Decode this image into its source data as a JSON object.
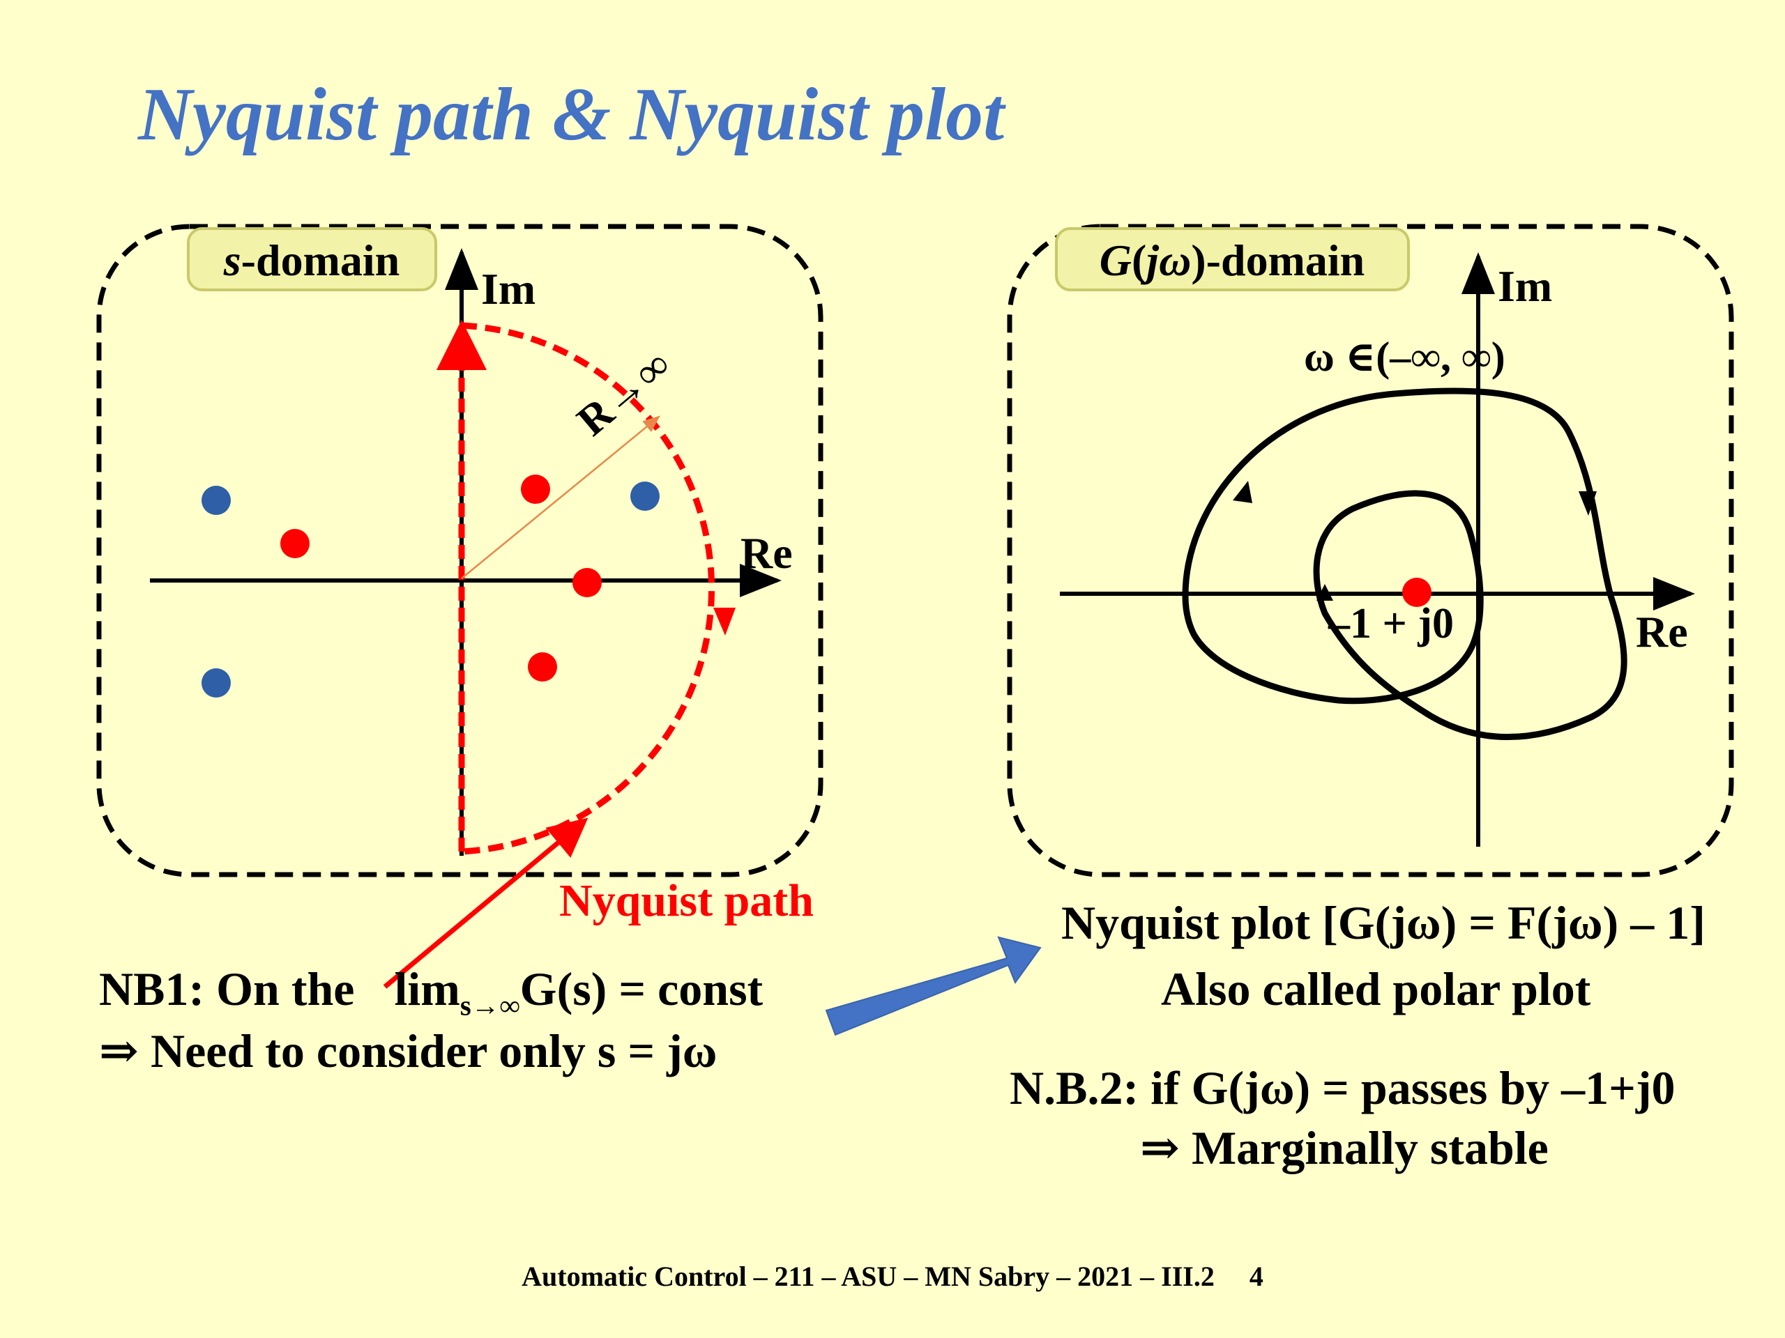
{
  "title": "Nyquist path & Nyquist plot",
  "s_domain": {
    "badge_prefix": "s",
    "badge_suffix": "-domain",
    "im_label": "Im",
    "re_label": "Re",
    "radius_label": "R→∞",
    "path_label": "Nyquist path",
    "colors": {
      "path": "#ff0000",
      "red_pole": "#ff0000",
      "blue_pole": "#2e5fa7",
      "radius_arrow": "#e8884a"
    }
  },
  "g_domain": {
    "badge_g": "G",
    "badge_j": "j",
    "badge_omega": "ω",
    "badge_suffix": "-domain",
    "im_label": "Im",
    "re_label": "Re",
    "omega_range": "ω ∈(–∞, ∞)",
    "point_label": "–1 + j0",
    "colors": {
      "point": "#ff0000",
      "curve": "#000000"
    }
  },
  "nb1": {
    "line1_prefix": "NB1: On the",
    "lim_word": "lim",
    "lim_sub": "s→∞",
    "lim_rest": "G(s) = const",
    "line2": "⇒ Need to consider only s = jω"
  },
  "nyquist_plot_caption": {
    "line1": "Nyquist plot [G(jω) = F(jω) – 1]",
    "line2": "Also called polar plot"
  },
  "nb2": {
    "line1": "N.B.2: if G(jω) = passes by –1+j0",
    "line2": "⇒ Marginally stable"
  },
  "footer": {
    "text": "Automatic Control – 211 – ASU – MN Sabry – 2021 – III.2",
    "page": "4"
  },
  "arrow_color": "#4472c4"
}
